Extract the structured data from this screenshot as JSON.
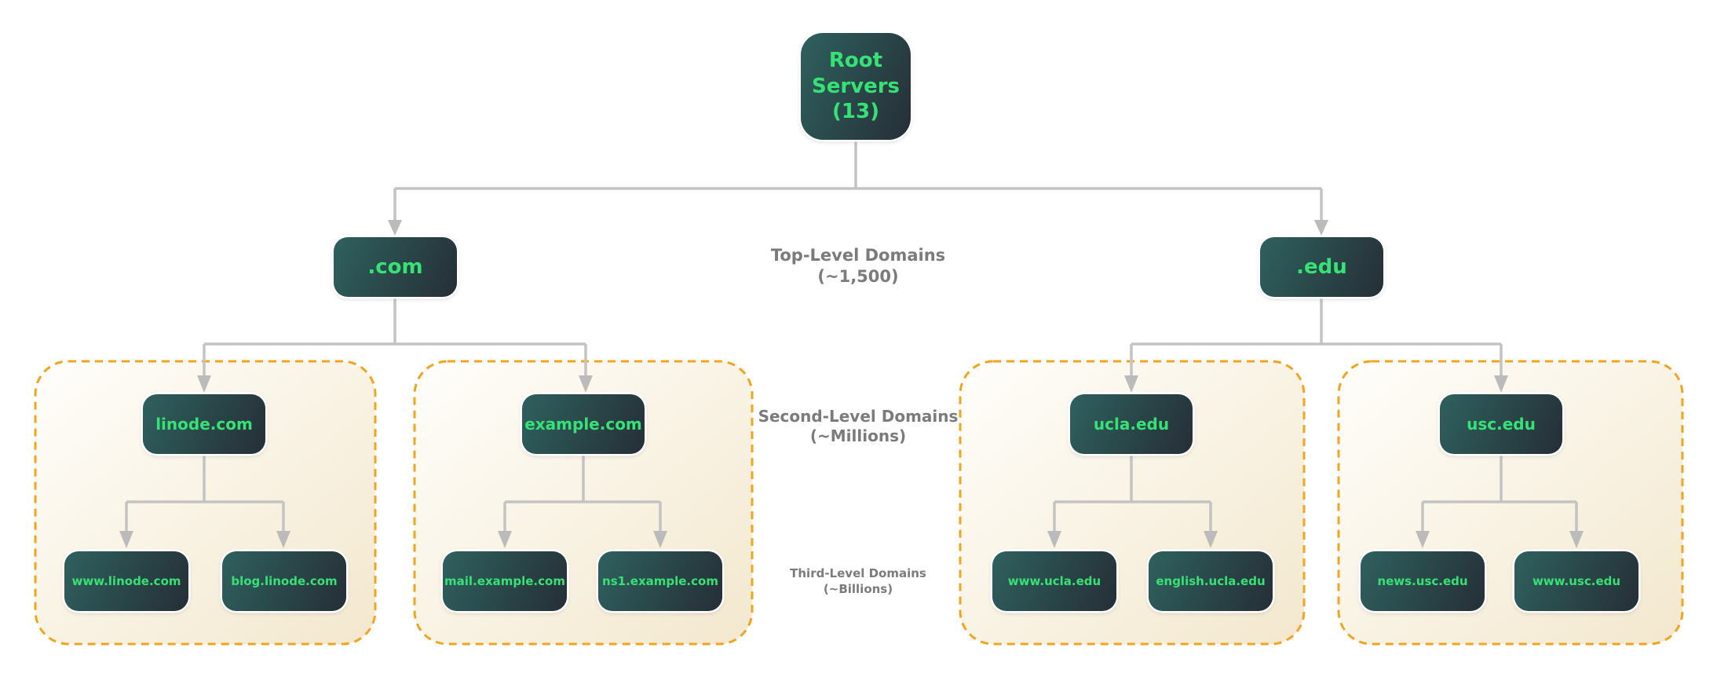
{
  "tree": {
    "root": {
      "label": "Root Servers (13)"
    },
    "tlds": [
      {
        "label": ".com",
        "slds": [
          {
            "label": "linode.com",
            "subdomains": [
              {
                "label": "www.linode.com"
              },
              {
                "label": "blog.linode.com"
              }
            ]
          },
          {
            "label": "example.com",
            "subdomains": [
              {
                "label": "mail.example.com"
              },
              {
                "label": "ns1.example.com"
              }
            ]
          }
        ]
      },
      {
        "label": ".edu",
        "slds": [
          {
            "label": "ucla.edu",
            "subdomains": [
              {
                "label": "www.ucla.edu"
              },
              {
                "label": "english.ucla.edu"
              }
            ]
          },
          {
            "label": "usc.edu",
            "subdomains": [
              {
                "label": "news.usc.edu"
              },
              {
                "label": "www.usc.edu"
              }
            ]
          }
        ]
      }
    ]
  },
  "level_labels": {
    "top": {
      "line1": "Top-Level Domains",
      "line2": "(~1,500)"
    },
    "second": {
      "line1": "Second-Level Domains",
      "line2": "(~Millions)"
    },
    "third": {
      "line1": "Third-Level Domains",
      "line2": "(~Billions)"
    }
  },
  "colors": {
    "node_gradient_start": "#2F615E",
    "node_gradient_end": "#262E37",
    "node_text_green": "#37E274",
    "node_outline_white": "#FFFFFF",
    "group_border_amber": "#F1A51F",
    "group_fill_start": "#FFFEFB",
    "group_fill_end": "#F3E8CE",
    "connector_gray": "#C3C3C3",
    "arrowhead_gray": "#BBBBBB",
    "level_label_gray": "#7B7B7B"
  }
}
